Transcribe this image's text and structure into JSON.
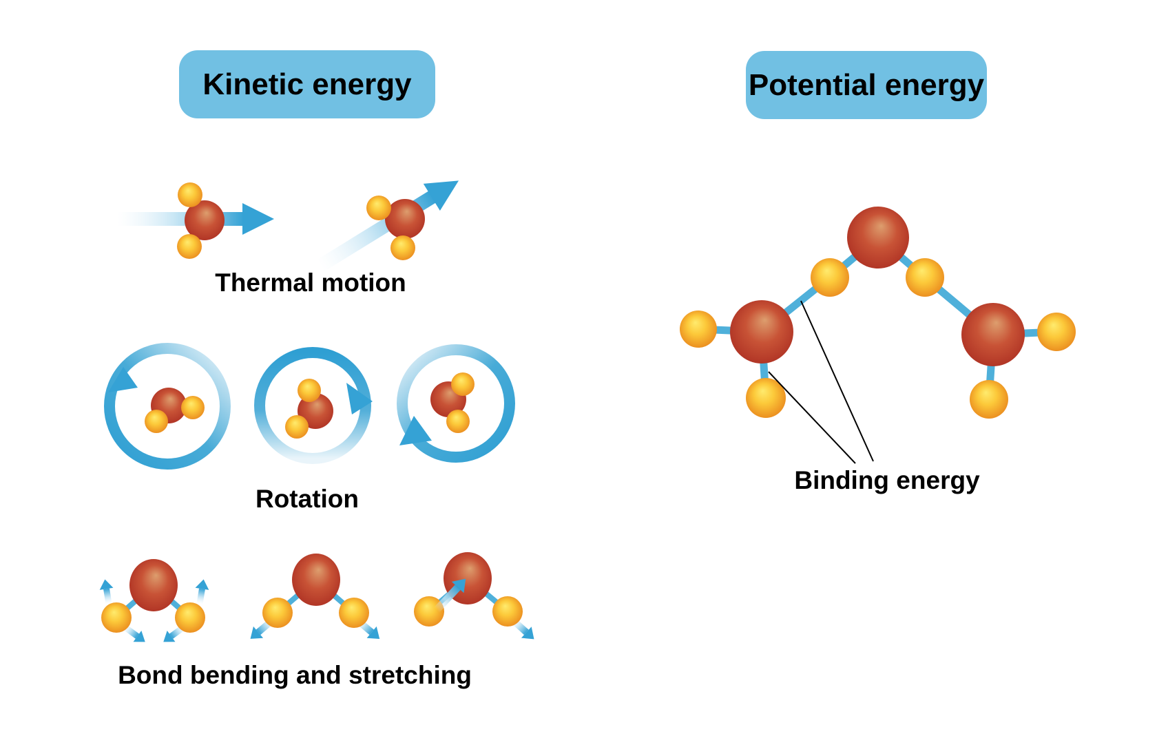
{
  "left_column": {
    "header": "Kinetic energy",
    "sections": [
      {
        "label": "Thermal motion",
        "molecule_count": 2
      },
      {
        "label": "Rotation",
        "molecule_count": 3
      },
      {
        "label": "Bond bending and stretching",
        "molecule_count": 3
      }
    ]
  },
  "right_column": {
    "header": "Potential energy",
    "callout_label": "Binding energy",
    "molecule_count": 3
  },
  "colors": {
    "background": "#ffffff",
    "header_background": "#71c0e3",
    "text": "#000000",
    "arrow_blue": "#35a2d5",
    "bond_blue": "#4fb0da",
    "oxygen_highlight": "#dd9e6e",
    "oxygen_edge": "#a92b20",
    "hydrogen_highlight": "#ffeb6e",
    "hydrogen_edge": "#e67d18",
    "callout_line": "#000000"
  }
}
